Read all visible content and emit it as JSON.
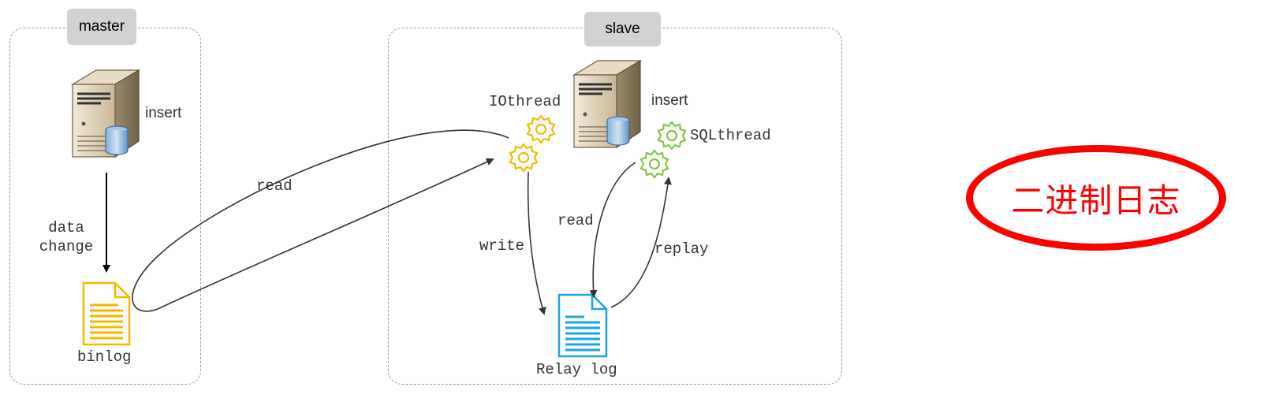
{
  "master": {
    "tag": "master",
    "server_label": "insert",
    "arrow_label_line1": "data",
    "arrow_label_line2": "change",
    "file_label": "binlog"
  },
  "slave": {
    "tag": "slave",
    "server_label": "insert",
    "io_thread": "IOthread",
    "sql_thread": "SQLthread",
    "file_label": "Relay log"
  },
  "flows": {
    "io_read": "read",
    "io_write": "write",
    "sql_read": "read",
    "sql_replay": "replay"
  },
  "highlight": {
    "text": "二进制日志",
    "color": "#ff0000"
  },
  "colors": {
    "binlog_file": "#f5b800",
    "relay_file": "#1aa3e8",
    "io_gear": "#f5b800",
    "sql_gear": "#7ac943",
    "arrows": "#333333"
  }
}
